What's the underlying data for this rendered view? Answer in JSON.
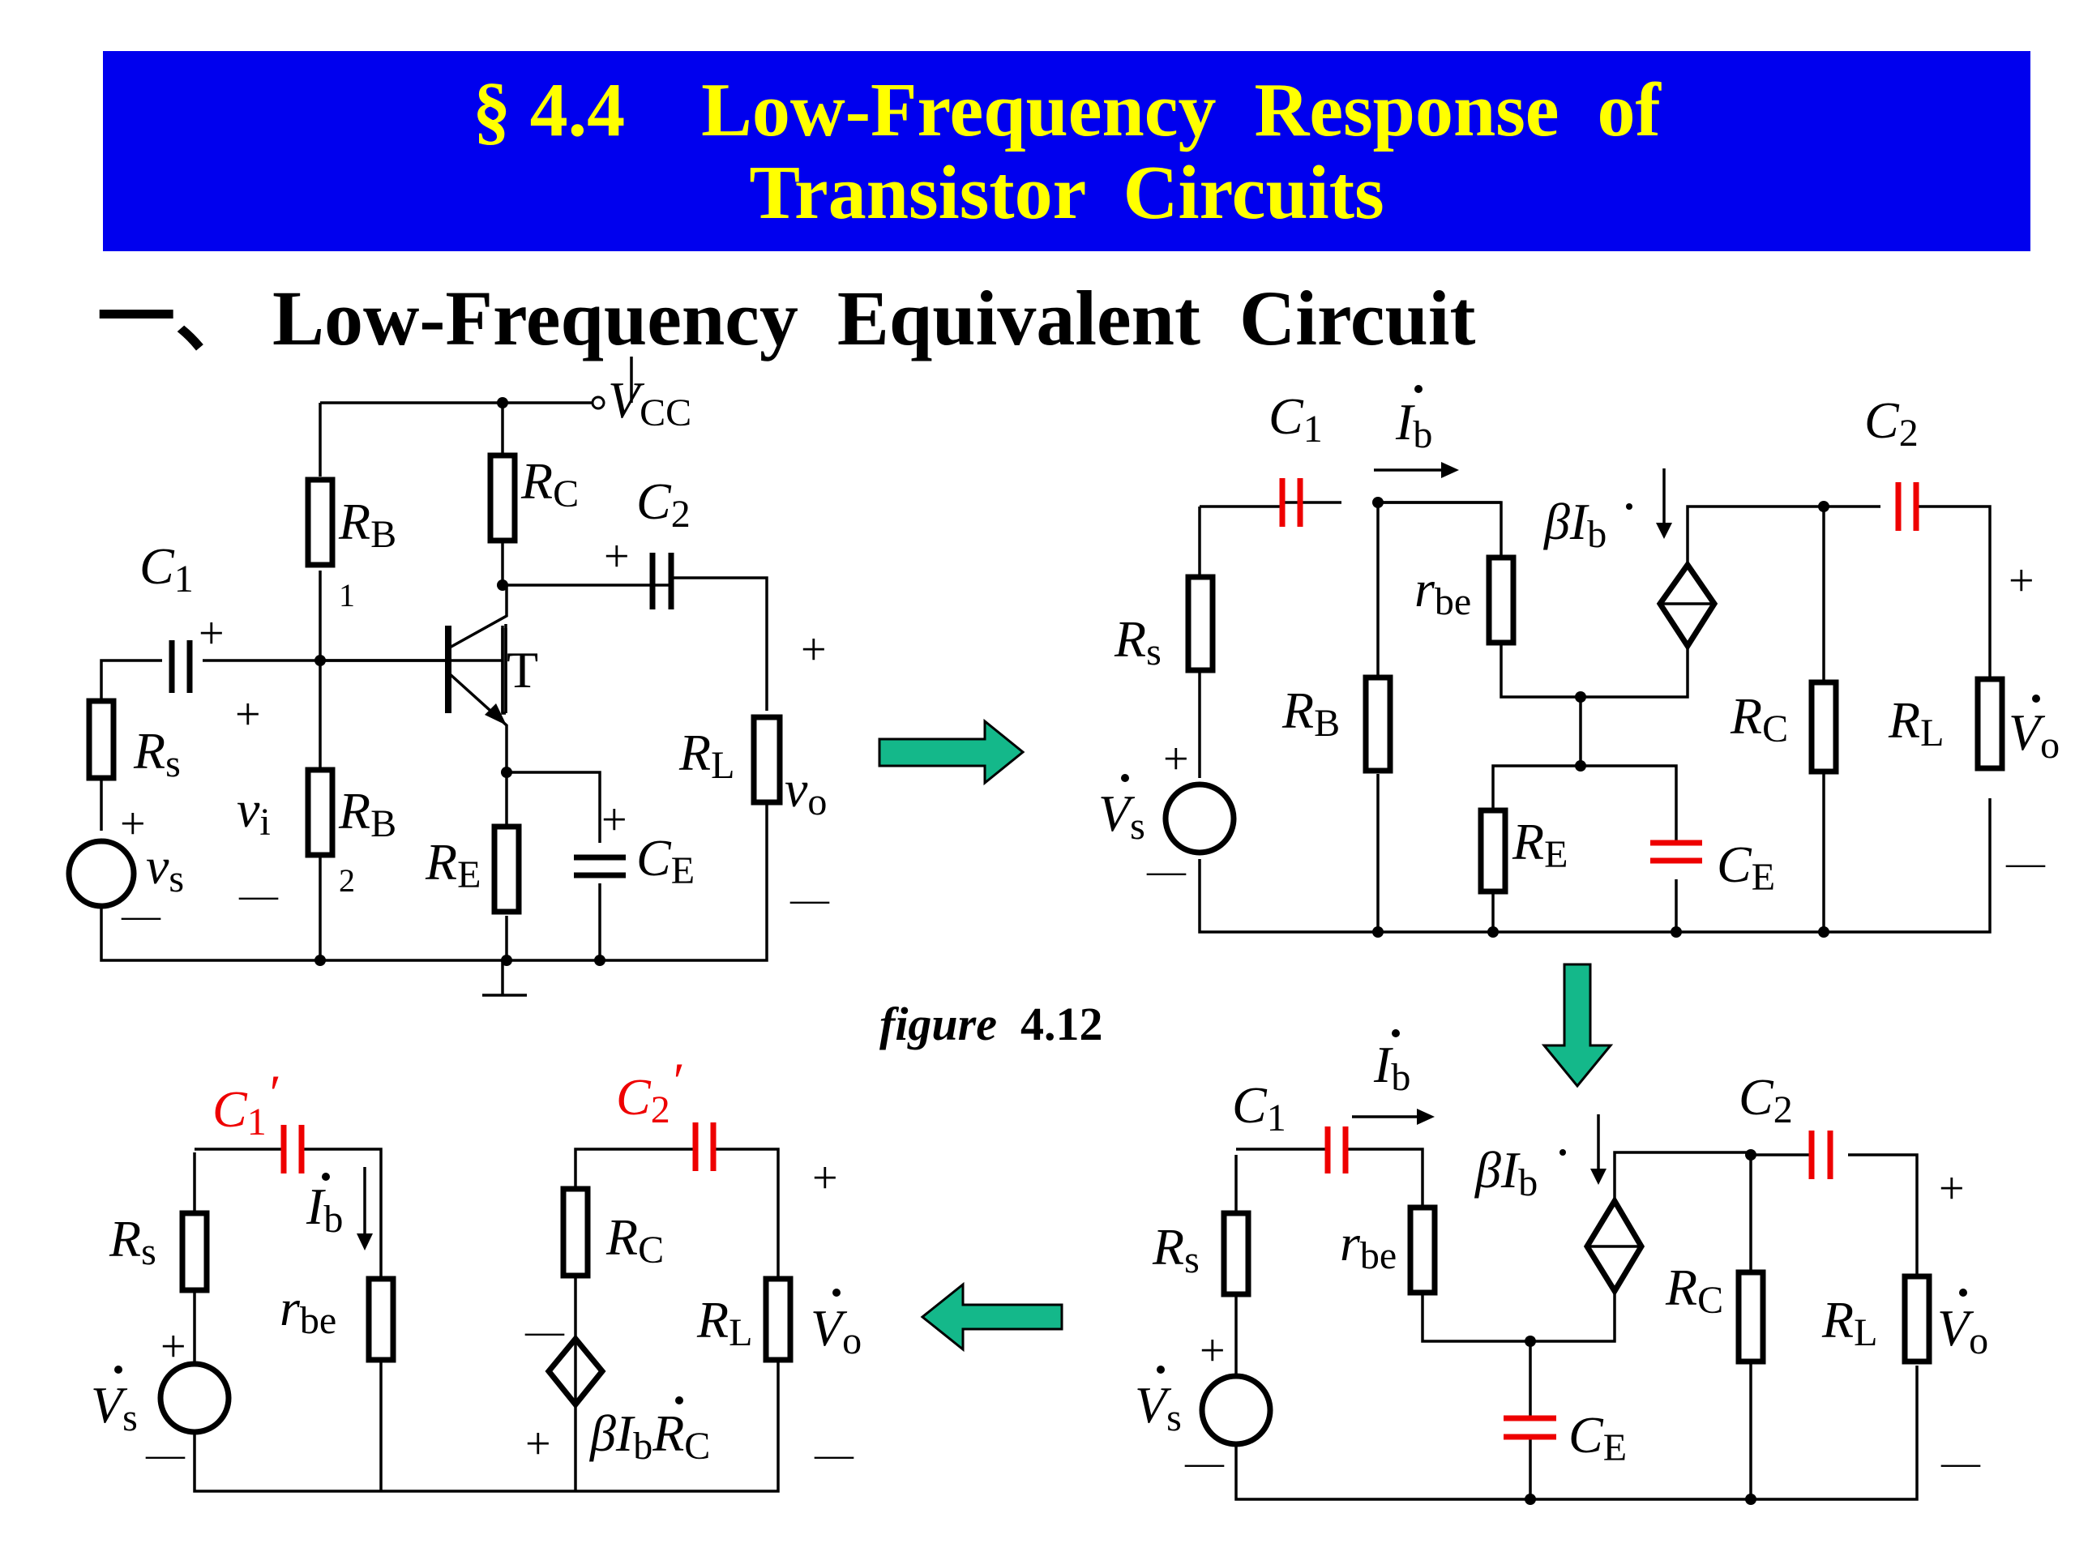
{
  "banner": {
    "line1": "§ 4.4    Low-Frequency  Response  of",
    "line2": "Transistor  Circuits",
    "background": "#0000ee",
    "text_color": "#ffff00"
  },
  "heading": "一、 Low-Frequency  Equivalent  Circuit",
  "caption": {
    "italic": "figure",
    "number": "4.12"
  },
  "colors": {
    "accent_capacitor": "#ee0000",
    "arrow": "#14b88a"
  },
  "circuit1": {
    "vcc": "V",
    "vcc_sub": "CC",
    "rb1": "R",
    "rb1_sub": "B",
    "rb1_idx": "1",
    "rb2": "R",
    "rb2_sub": "B",
    "rb2_idx": "2",
    "rc": "R",
    "rc_sub": "C",
    "re": "R",
    "re_sub": "E",
    "c1": "C",
    "c1_sub": "1",
    "c2": "C",
    "c2_sub": "2",
    "ce": "C",
    "ce_sub": "E",
    "rs": "R",
    "rs_sub": "s",
    "rl": "R",
    "rl_sub": "L",
    "t": "T",
    "vi": "v",
    "vi_sub": "i",
    "vo": "v",
    "vo_sub": "o",
    "vs": "v",
    "vs_sub": "s",
    "plus": "+",
    "minus": "—"
  },
  "circuit2": {
    "c1": "C",
    "c1_sub": "1",
    "c2": "C",
    "c2_sub": "2",
    "ib": "I",
    "ib_sub": "b",
    "beta": "βI",
    "beta_sub": "b",
    "rbe": "r",
    "rbe_sub": "be",
    "rs": "R",
    "rs_sub": "s",
    "rb": "R",
    "rb_sub": "B",
    "rc": "R",
    "rc_sub": "C",
    "rl": "R",
    "rl_sub": "L",
    "re": "R",
    "re_sub": "E",
    "ce": "C",
    "ce_sub": "E",
    "vs": "V",
    "vs_sub": "s",
    "vo": "V",
    "vo_sub": "o",
    "plus": "+",
    "minus": "—"
  },
  "circuit3": {
    "c1": "C",
    "c1_sub": "1",
    "c2": "C",
    "c2_sub": "2",
    "ib": "I",
    "ib_sub": "b",
    "beta": "βI",
    "beta_sub": "b",
    "rbe": "r",
    "rbe_sub": "be",
    "rs": "R",
    "rs_sub": "s",
    "rc": "R",
    "rc_sub": "C",
    "rl": "R",
    "rl_sub": "L",
    "ce": "C",
    "ce_sub": "E",
    "vs": "V",
    "vs_sub": "s",
    "vo": "V",
    "vo_sub": "o",
    "plus": "+",
    "minus": "—"
  },
  "circuit4": {
    "c1": "C",
    "c1_sub": "1",
    "c2": "C",
    "c2_sub": "2",
    "prime": "′",
    "ib": "I",
    "ib_sub": "b",
    "rbe": "r",
    "rbe_sub": "be",
    "rs": "R",
    "rs_sub": "s",
    "rc": "R",
    "rc_sub": "C",
    "rl": "R",
    "rl_sub": "L",
    "src": "βI",
    "src_sub": "b",
    "src_rc": "R",
    "src_rc_sub": "C",
    "vs": "V",
    "vs_sub": "s",
    "vo": "V",
    "vo_sub": "o",
    "plus": "+",
    "minus": "—"
  }
}
